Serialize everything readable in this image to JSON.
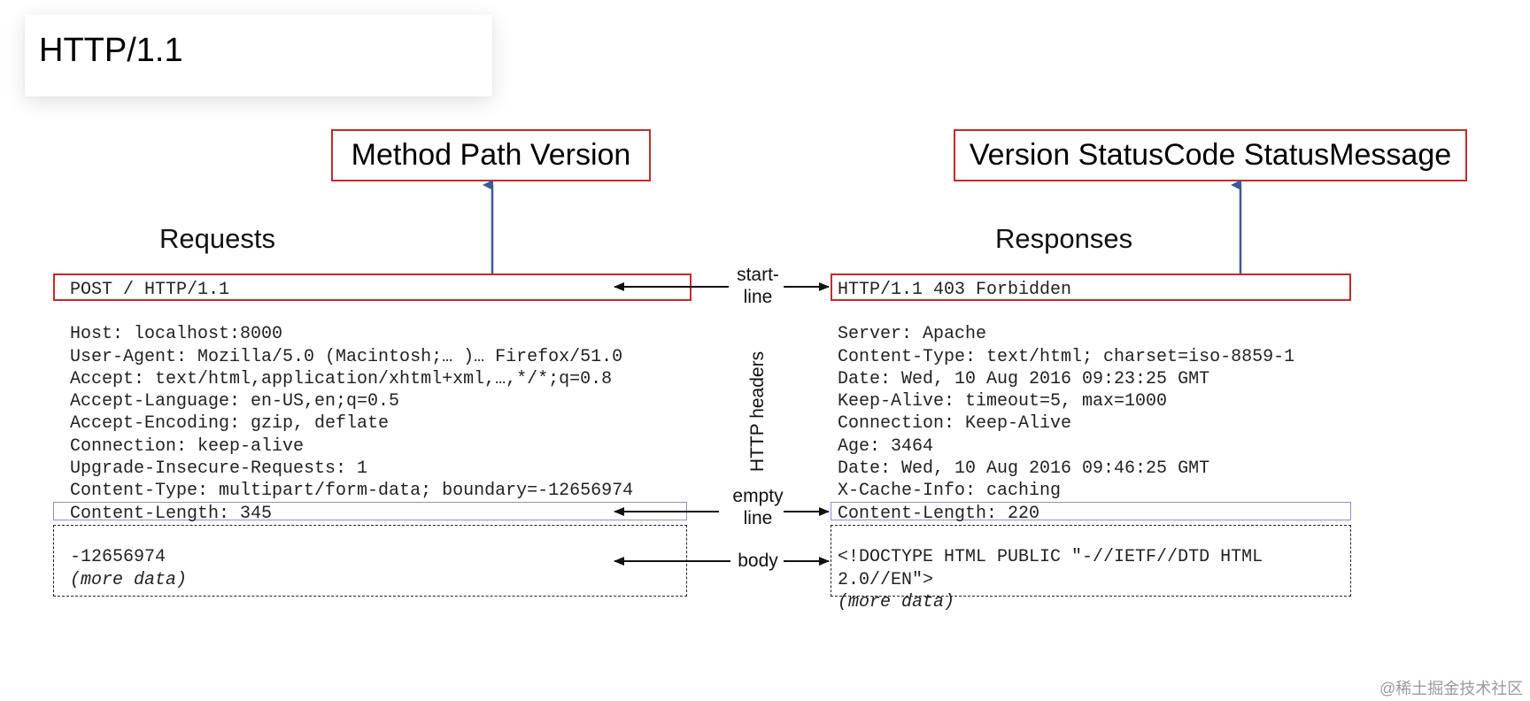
{
  "title": "HTTP/1.1",
  "request_line_label": "Method Path Version",
  "response_line_label": "Version StatusCode StatusMessage",
  "requests_heading": "Requests",
  "responses_heading": "Responses",
  "middle_labels": {
    "start_line": "start-\nline",
    "http_headers": "HTTP headers",
    "empty_line": "empty\nline",
    "body": "body"
  },
  "request": {
    "start_line": "POST / HTTP/1.1",
    "headers": [
      "Host: localhost:8000",
      "User-Agent: Mozilla/5.0 (Macintosh;… )… Firefox/51.0",
      "Accept: text/html,application/xhtml+xml,…,*/*;q=0.8",
      "Accept-Language: en-US,en;q=0.5",
      "Accept-Encoding: gzip, deflate",
      "Connection: keep-alive",
      "Upgrade-Insecure-Requests: 1",
      "Content-Type: multipart/form-data; boundary=-12656974",
      "Content-Length: 345"
    ],
    "body_lines": [
      "-12656974"
    ],
    "body_more": "(more data)"
  },
  "response": {
    "start_line": "HTTP/1.1 403 Forbidden",
    "headers": [
      "Server: Apache",
      "Content-Type: text/html; charset=iso-8859-1",
      "Date: Wed, 10 Aug 2016 09:23:25 GMT",
      "Keep-Alive: timeout=5, max=1000",
      "Connection: Keep-Alive",
      "Age: 3464",
      "Date: Wed, 10 Aug 2016 09:46:25 GMT",
      "X-Cache-Info: caching",
      "Content-Length: 220"
    ],
    "body_lines": [
      "<!DOCTYPE HTML PUBLIC \"-//IETF//DTD HTML",
      "2.0//EN\">"
    ],
    "body_more": "(more data)"
  },
  "watermark": "@稀土掘金技术社区",
  "colors": {
    "red_box": "#c8282a",
    "blue_arrow": "#3a5a9e",
    "empty_line_box": "#8d8fc4"
  }
}
